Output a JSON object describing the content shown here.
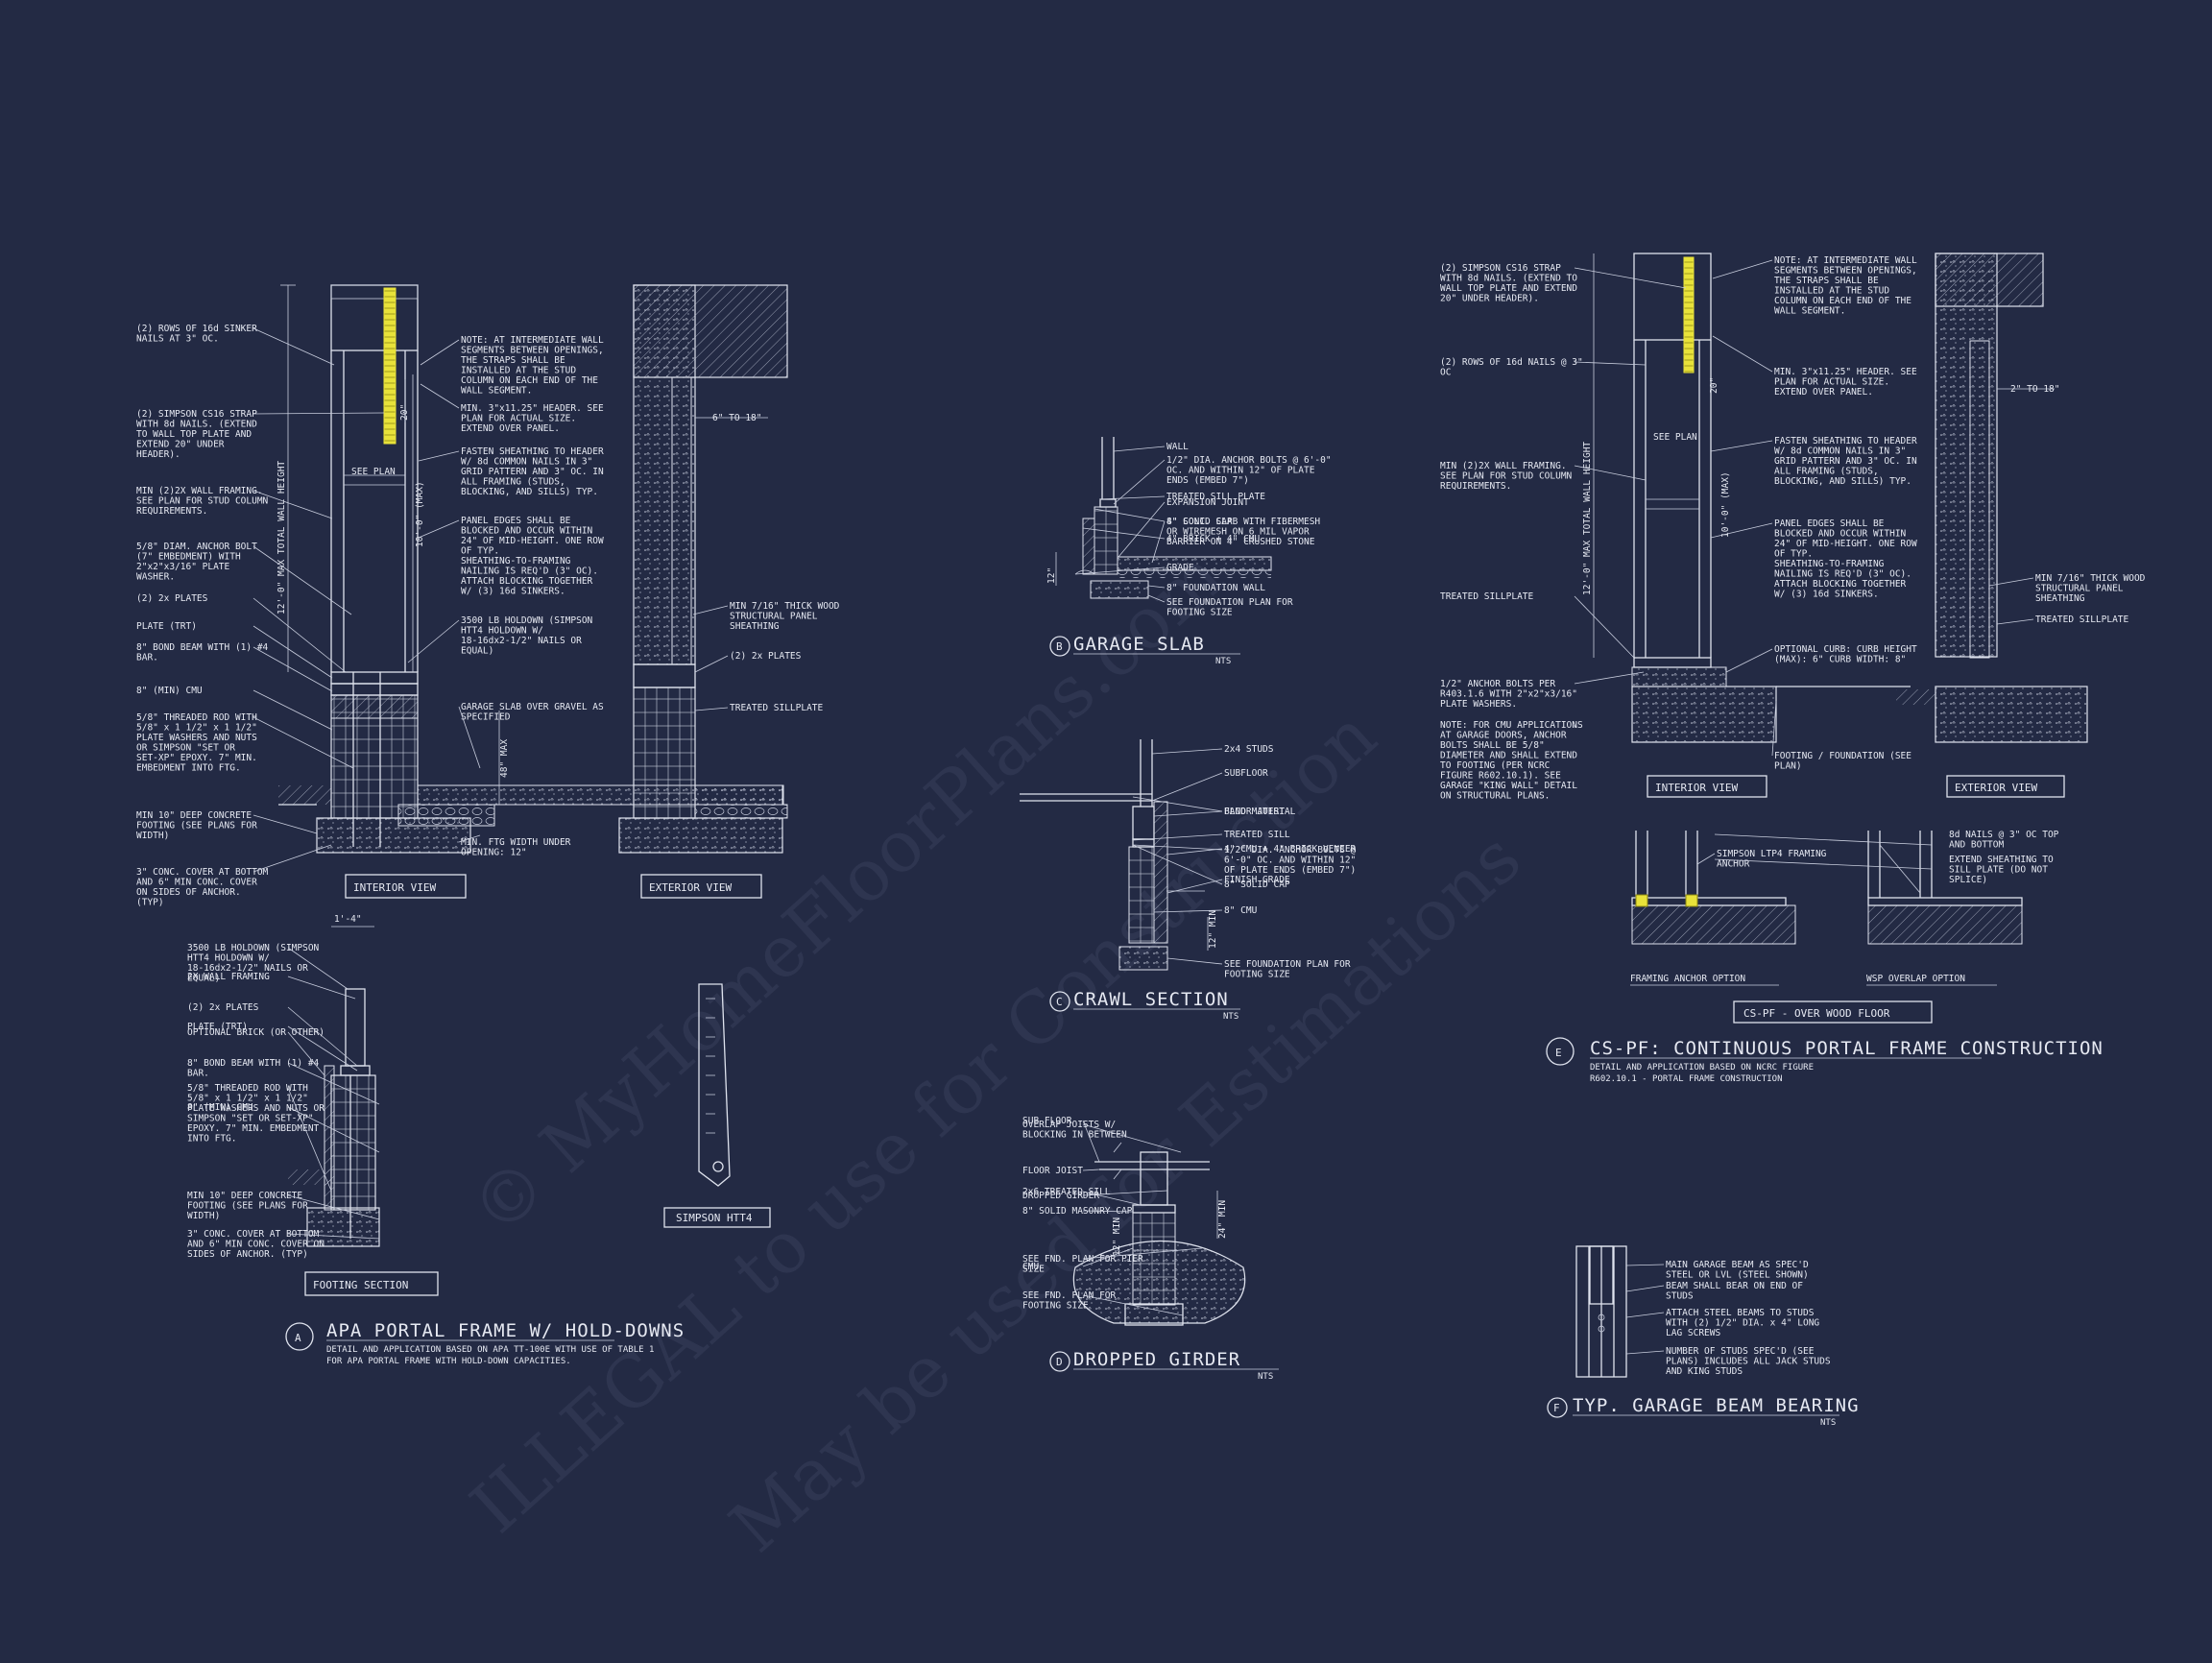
{
  "watermark": {
    "line1": "© MyHomeFloorPlans.com",
    "line2": "ILLEGAL to use for Construction",
    "line3": "May be used for Estimations"
  },
  "detail_a": {
    "marker": "A",
    "title": "APA PORTAL FRAME W/ HOLD-DOWNS",
    "subtitle1": "DETAIL AND APPLICATION BASED ON APA TT-100E WITH USE OF TABLE 1",
    "subtitle2": "FOR APA PORTAL FRAME WITH HOLD-DOWN CAPACITIES.",
    "interior_label": "INTERIOR VIEW",
    "exterior_label": "EXTERIOR VIEW",
    "footing_label": "FOOTING SECTION",
    "htt4_label": "SIMPSON HTT4",
    "dim_20": "20\"",
    "dim_10": "10'-0\" (MAX)",
    "dim_12": "12'-0\" MAX TOTAL WALL HEIGHT",
    "dim_48": "48\" MAX",
    "dim_6to18": "6\" TO 18\"",
    "dim_14": "1'-4\"",
    "see_plan": "SEE PLAN",
    "notes_left": [
      "(2) ROWS OF 16d SINKER NAILS AT 3\" OC.",
      "(2) SIMPSON CS16 STRAP WITH 8d NAILS. (EXTEND TO WALL TOP PLATE AND EXTEND 20\" UNDER HEADER).",
      "MIN (2)2X WALL FRAMING. SEE PLAN FOR STUD COLUMN REQUIREMENTS.",
      "5/8\" DIAM. ANCHOR BOLT (7\" EMBEDMENT) WITH 2\"x2\"x3/16\" PLATE WASHER.",
      "(2) 2x PLATES",
      "PLATE (TRT)",
      "8\" BOND BEAM WITH (1) #4 BAR.",
      "8\" (MIN) CMU",
      "5/8\" THREADED ROD WITH 5/8\" x 1 1/2\" x 1 1/2\" PLATE WASHERS AND NUTS OR SIMPSON \"SET OR SET-XP\" EPOXY. 7\" MIN. EMBEDMENT INTO FTG.",
      "MIN 10\" DEEP CONCRETE FOOTING (SEE PLANS FOR WIDTH)",
      "3\" CONC. COVER AT BOTTOM AND 6\" MIN CONC. COVER ON SIDES OF ANCHOR. (TYP)"
    ],
    "notes_mid": [
      "NOTE: AT INTERMEDIATE WALL SEGMENTS BETWEEN OPENINGS, THE STRAPS SHALL BE INSTALLED AT THE STUD COLUMN ON EACH END OF THE WALL SEGMENT.",
      "MIN. 3\"x11.25\" HEADER. SEE PLAN FOR ACTUAL SIZE. EXTEND OVER PANEL.",
      "FASTEN SHEATHING TO HEADER W/ 8d COMMON NAILS IN 3\" GRID PATTERN AND 3\" OC. IN ALL FRAMING (STUDS, BLOCKING, AND SILLS) TYP.",
      "PANEL EDGES SHALL BE BLOCKED AND OCCUR WITHIN 24\" OF MID-HEIGHT. ONE ROW OF TYP. SHEATHING-TO-FRAMING NAILING IS REQ'D (3\" OC). ATTACH BLOCKING TOGETHER W/ (3) 16d SINKERS.",
      "3500 LB HOLDOWN (SIMPSON HTT4 HOLDOWN W/ 18-16dx2-1/2\" NAILS OR EQUAL)",
      "GARAGE SLAB OVER GRAVEL AS SPECIFIED",
      "MIN. FTG WIDTH UNDER OPENING: 12\""
    ],
    "notes_ext": [
      "MIN 7/16\" THICK WOOD STRUCTURAL PANEL SHEATHING",
      "(2) 2x PLATES",
      "TREATED SILLPLATE"
    ],
    "notes_footing": [
      "3500 LB HOLDOWN (SIMPSON HTT4 HOLDOWN W/ 18-16dx2-1/2\" NAILS OR EQUAL)",
      "2X WALL FRAMING",
      "(2) 2x PLATES",
      "PLATE (TRT)",
      "OPTIONAL BRICK (OR OTHER)",
      "8\" BOND BEAM WITH (1) #4 BAR.",
      "8\" (MIN) CMU",
      "5/8\" THREADED ROD WITH 5/8\" x 1 1/2\" x 1 1/2\" PLATE WASHERS AND NUTS OR SIMPSON \"SET OR SET-XP\" EPOXY. 7\" MIN. EMBEDMENT INTO FTG.",
      "MIN 10\" DEEP CONCRETE FOOTING (SEE PLANS FOR WIDTH)",
      "3\" CONC. COVER AT BOTTOM AND 6\" MIN CONC. COVER ON SIDES OF ANCHOR. (TYP)"
    ]
  },
  "detail_b": {
    "marker": "B",
    "title": "GARAGE SLAB",
    "nts": "NTS",
    "notes": [
      "WALL",
      "1/2\" DIA. ANCHOR BOLTS @ 6'-0\" OC. AND WITHIN 12\" OF PLATE ENDS (EMBED 7\")",
      "EXPANSION JOINT",
      "4\" CONC. SLAB WITH FIBERMESH OR WIREMESH ON 6 MIL VAPOR BARRIER ON 4\" CRUSHED STONE",
      "8\" FOUNDATION WALL",
      "SEE FOUNDATION PLAN FOR FOOTING SIZE",
      "TREATED SILL PLATE",
      "8\" SOLID CAP",
      "4\" BRICK + 4\" CMU",
      "GRADE"
    ],
    "dim": "12\""
  },
  "detail_c": {
    "marker": "C",
    "title": "CRAWL SECTION",
    "nts": "NTS",
    "notes": [
      "2x4 STUDS",
      "SUBFLOOR",
      "BAND MATERIAL",
      "4\" CMU + 4\" BRICK VENEER",
      "FINISH GRADE",
      "8\" CMU",
      "SEE FOUNDATION PLAN FOR FOOTING SIZE",
      "FLOOR JOIST",
      "TREATED SILL",
      "1/2\" DIA. ANCHOR BOLTS @ 6'-0\" OC. AND WITHIN 12\" OF PLATE ENDS (EMBED 7\")",
      "8\" SOLID CAP"
    ],
    "dim": "12\" MIN"
  },
  "detail_d": {
    "marker": "D",
    "title": "DROPPED GIRDER",
    "nts": "NTS",
    "notes": [
      "SUB FLOOR",
      "FLOOR JOIST",
      "2x6 TREATED SILL",
      "8\" SOLID MASONRY CAP",
      "CMU",
      "OVERLAP JOISTS W/ BLOCKING IN BETWEEN",
      "DROPPED GIRDER",
      "SEE FND. PLAN FOR PIER SIZE",
      "SEE FND. PLAN FOR FOOTING SIZE"
    ],
    "dim1": "24\" MIN",
    "dim2": "12\" MIN"
  },
  "detail_e": {
    "marker": "E",
    "title": "CS-PF: CONTINUOUS PORTAL FRAME CONSTRUCTION",
    "subtitle1": "DETAIL AND APPLICATION BASED ON NCRC FIGURE",
    "subtitle2": "R602.10.1 - PORTAL FRAME CONSTRUCTION",
    "interior_label": "INTERIOR VIEW",
    "exterior_label": "EXTERIOR VIEW",
    "framing_anchor": "FRAMING ANCHOR OPTION",
    "wsp_overlap": "WSP OVERLAP OPTION",
    "wood_floor": "CS-PF - OVER WOOD FLOOR",
    "dim_20": "20\"",
    "dim_10": "10'-0\" (MAX)",
    "dim_12": "12'-0\" MAX TOTAL WALL HEIGHT",
    "dim_2to18": "2\" TO 18\"",
    "see_plan": "SEE PLAN",
    "notes_left": [
      "(2) SIMPSON CS16 STRAP WITH 8d NAILS. (EXTEND TO WALL TOP PLATE AND EXTEND 20\" UNDER HEADER).",
      "(2) ROWS OF 16d NAILS @ 3\" OC",
      "MIN (2)2X WALL FRAMING. SEE PLAN FOR STUD COLUMN REQUIREMENTS.",
      "TREATED SILLPLATE",
      "1/2\" ANCHOR BOLTS PER R403.1.6 WITH 2\"x2\"x3/16\" PLATE WASHERS.",
      "NOTE: FOR CMU APPLICATIONS AT GARAGE DOORS, ANCHOR BOLTS SHALL BE 5/8\" DIAMETER AND SHALL EXTEND TO FOOTING (PER NCRC FIGURE R602.10.1). SEE GARAGE \"KING WALL\" DETAIL ON STRUCTURAL PLANS."
    ],
    "notes_mid": [
      "NOTE: AT INTERMEDIATE WALL SEGMENTS BETWEEN OPENINGS, THE STRAPS SHALL BE INSTALLED AT THE STUD COLUMN ON EACH END OF THE WALL SEGMENT.",
      "MIN. 3\"x11.25\" HEADER. SEE PLAN FOR ACTUAL SIZE. EXTEND OVER PANEL.",
      "FASTEN SHEATHING TO HEADER W/ 8d COMMON NAILS IN 3\" GRID PATTERN AND 3\" OC. IN ALL FRAMING (STUDS, BLOCKING, AND SILLS) TYP.",
      "PANEL EDGES SHALL BE BLOCKED AND OCCUR WITHIN 24\" OF MID-HEIGHT. ONE ROW OF TYP. SHEATHING-TO-FRAMING NAILING IS REQ'D (3\" OC). ATTACH BLOCKING TOGETHER W/ (3) 16d SINKERS.",
      "OPTIONAL CURB: CURB HEIGHT (MAX): 6\" CURB WIDTH: 8\"",
      "FOOTING / FOUNDATION (SEE PLAN)"
    ],
    "notes_ext": [
      "MIN 7/16\" THICK WOOD STRUCTURAL PANEL SHEATHING",
      "TREATED SILLPLATE"
    ],
    "notes_options": [
      "SIMPSON LTP4 FRAMING ANCHOR",
      "8d NAILS @ 3\" OC TOP AND BOTTOM",
      "EXTEND SHEATHING TO SILL PLATE (DO NOT SPLICE)"
    ]
  },
  "detail_f": {
    "marker": "F",
    "title": "TYP. GARAGE BEAM BEARING",
    "nts": "NTS",
    "notes": [
      "MAIN GARAGE BEAM AS SPEC'D STEEL OR LVL (STEEL SHOWN)",
      "BEAM SHALL BEAR ON END OF STUDS",
      "ATTACH STEEL BEAMS TO STUDS WITH (2) 1/2\" DIA. x 4\" LONG LAG SCREWS",
      "NUMBER OF STUDS SPEC'D (SEE PLANS) INCLUDES ALL JACK STUDS AND KING STUDS"
    ]
  },
  "colors": {
    "background": "#232a44",
    "linework": "#dfe3ee",
    "strap": "#e8e23a"
  }
}
